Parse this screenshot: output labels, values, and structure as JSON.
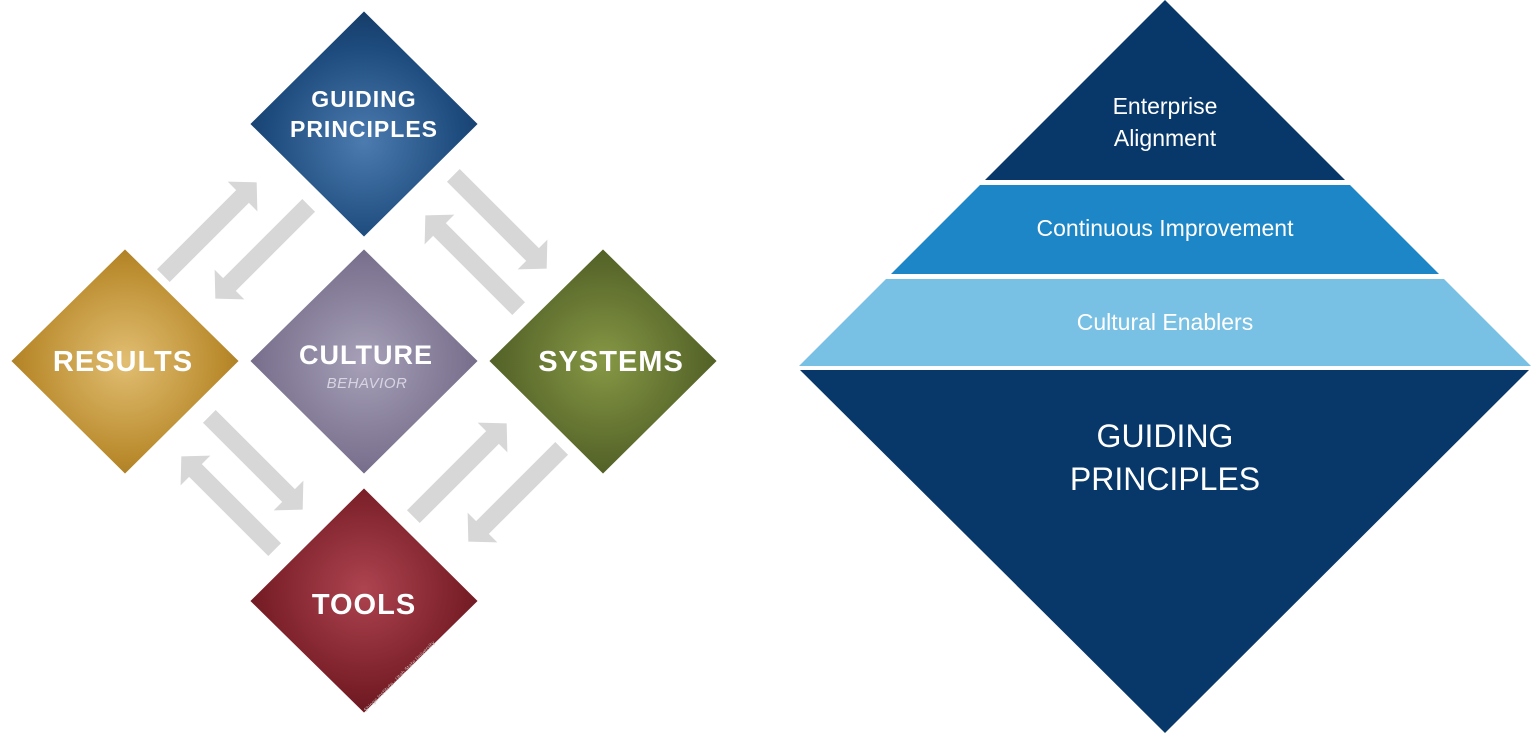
{
  "diamond_model": {
    "guiding_principles": {
      "line1": "GUIDING",
      "line2": "PRINCIPLES",
      "color": "#1d4b7d"
    },
    "results": {
      "label": "RESULTS",
      "color": "#b98a2c"
    },
    "culture": {
      "label": "CULTURE",
      "sublabel": "BEHAVIOR",
      "color": "#7c7490"
    },
    "systems": {
      "label": "SYSTEMS",
      "color": "#58672a"
    },
    "tools": {
      "label": "TOOLS",
      "color": "#7a1f28",
      "copyright": "Shingo Institute · Utah State University"
    },
    "arrow_color": "#d7d7d7"
  },
  "pyramid_model": {
    "tiers": {
      "enterprise": {
        "line1": "Enterprise",
        "line2": "Alignment",
        "color": "#08386a"
      },
      "continuous": {
        "label": "Continuous Improvement",
        "color": "#1d86c6"
      },
      "cultural": {
        "label": "Cultural Enablers",
        "color": "#78c1e4"
      },
      "guiding": {
        "line1": "GUIDING",
        "line2": "PRINCIPLES",
        "color": "#08386a"
      }
    }
  }
}
